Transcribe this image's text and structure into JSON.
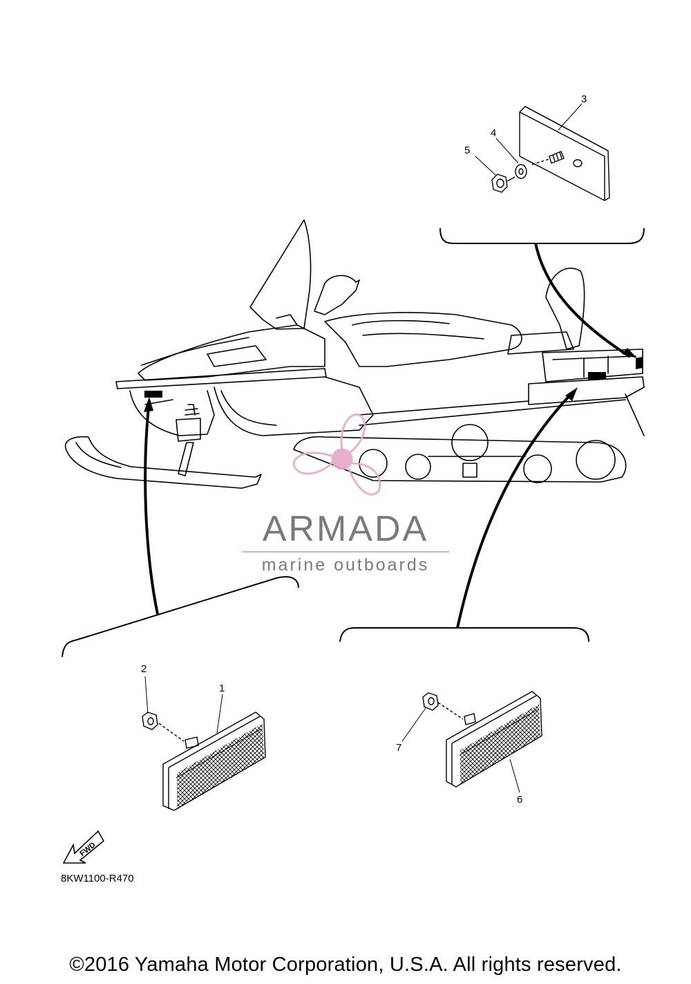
{
  "callouts": {
    "c1": "1",
    "c2": "2",
    "c3": "3",
    "c4": "4",
    "c5": "5",
    "c6": "6",
    "c7": "7"
  },
  "fwd_label": "FWD",
  "part_code": "8KW1100-R470",
  "copyright": "©2016 Yamaha Motor Corporation, U.S.A. All rights reserved.",
  "watermark": {
    "name": "ARMADA",
    "tagline": "marine outboards",
    "accent_color": "#e6a8c8",
    "text_color": "#7a7a7a",
    "logo": "propeller-logo"
  }
}
